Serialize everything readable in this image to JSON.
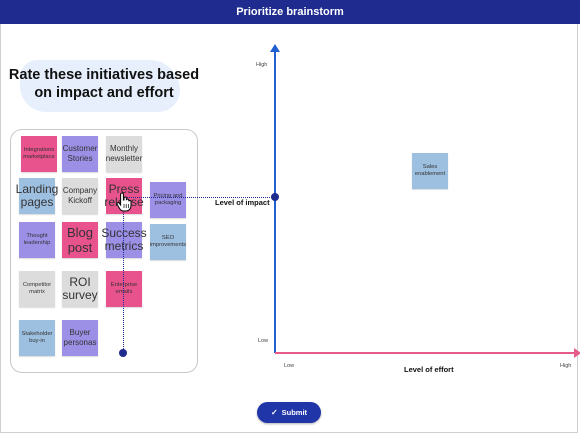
{
  "header": {
    "title": "Prioritize brainstorm"
  },
  "instructions": {
    "title": "Rate these initiatives based on impact and effort"
  },
  "notes": [
    {
      "label": "Integrations marketplace",
      "color": "pink"
    },
    {
      "label": "Customer Stories",
      "color": "purple"
    },
    {
      "label": "Monthly newsletter",
      "color": "gray"
    },
    {
      "label": "Landing pages",
      "color": "blue"
    },
    {
      "label": "Company Kickoff",
      "color": "gray"
    },
    {
      "label": "Press release",
      "color": "pink"
    },
    {
      "label": "Pricing and packaging",
      "color": "purple"
    },
    {
      "label": "Thought leadership",
      "color": "purple"
    },
    {
      "label": "Blog post",
      "color": "pink"
    },
    {
      "label": "Success metrics",
      "color": "purple"
    },
    {
      "label": "SEO improvements",
      "color": "blue"
    },
    {
      "label": "Competitor matrix",
      "color": "gray"
    },
    {
      "label": "ROI survey",
      "color": "gray"
    },
    {
      "label": "Enterprise emails",
      "color": "pink"
    },
    {
      "label": "Stakeholder buy-in",
      "color": "blue"
    },
    {
      "label": "Buyer personas",
      "color": "purple"
    }
  ],
  "placed_note": {
    "label": "Sales enablement",
    "color": "blue"
  },
  "chart": {
    "y_high": "High",
    "y_low": "Low",
    "x_low": "Low",
    "x_high": "High",
    "y_title": "Level of impact",
    "x_title": "Level of effort"
  },
  "submit": {
    "label": "Submit",
    "icon": "check-icon"
  },
  "colors": {
    "header": "#1f2b8f",
    "pink": "#e8528d",
    "purple": "#9b8fe6",
    "gray": "#dcdcdc",
    "blue": "#9ec0e0"
  }
}
